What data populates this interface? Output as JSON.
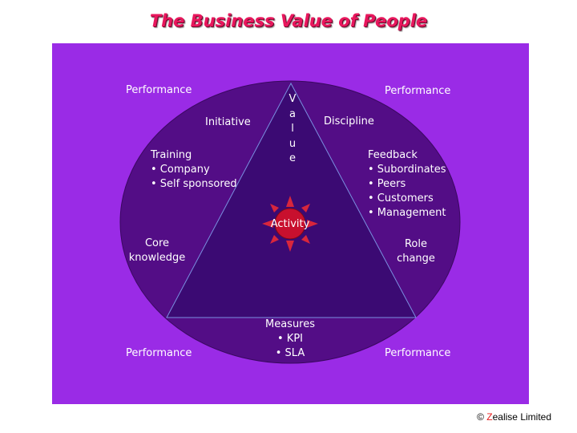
{
  "title": "The Business Value of People",
  "colors": {
    "title": "#e8175d",
    "panel": "#9a2be6",
    "ellipse": "#530d86",
    "triangle": "#3b0a73",
    "sun_rays": "#d8263c",
    "sun_core": "#c8102e",
    "text": "#ffffff"
  },
  "corners": {
    "top_left": "Performance",
    "top_right": "Performance",
    "bottom_left": "Performance",
    "bottom_right": "Performance"
  },
  "triangle_apex_letters": [
    "V",
    "a",
    "l",
    "u",
    "e"
  ],
  "labels": {
    "initiative": "Initiative",
    "discipline": "Discipline",
    "training": {
      "heading": "Training",
      "items": [
        "• Company",
        "• Self sponsored"
      ]
    },
    "feedback": {
      "heading": "Feedback",
      "items": [
        "• Subordinates",
        "• Peers",
        "• Customers",
        "• Management"
      ]
    },
    "core_knowledge": [
      "Core",
      "knowledge"
    ],
    "role_change": [
      "Role",
      "change"
    ],
    "measures": {
      "heading": "Measures",
      "items": [
        "• KPI",
        "• SLA"
      ]
    },
    "activity": "Activity"
  },
  "footer": {
    "copyright": "©",
    "brand_highlight": "Z",
    "brand_rest": "ealise Limited"
  }
}
